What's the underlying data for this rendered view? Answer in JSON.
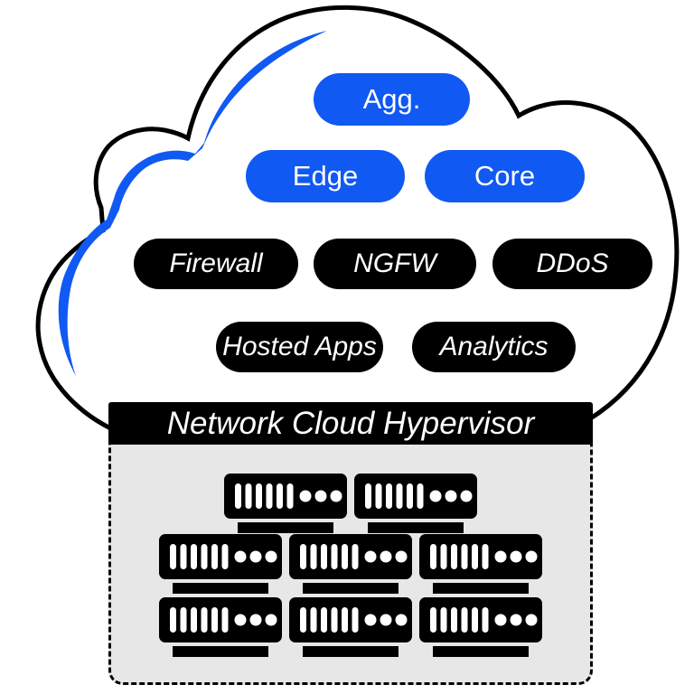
{
  "colors": {
    "accent": "#1059F2",
    "pill_black": "#000000",
    "panel_gray": "#E7E7E7",
    "outline": "#000000"
  },
  "cloud": {
    "shape": "cloud-outline-with-blue-accent-swoosh"
  },
  "pills": {
    "agg": {
      "label": "Agg."
    },
    "edge": {
      "label": "Edge"
    },
    "core": {
      "label": "Core"
    },
    "firewall": {
      "label": "Firewall"
    },
    "ngfw": {
      "label": "NGFW"
    },
    "ddos": {
      "label": "DDoS"
    },
    "hosted_apps": {
      "label": "Hosted Apps"
    },
    "analytics": {
      "label": "Analytics"
    }
  },
  "hypervisor": {
    "label": "Network Cloud Hypervisor"
  },
  "servers": {
    "icon": "server-rack-icon",
    "rows": [
      2,
      3,
      3
    ],
    "total": 8
  }
}
